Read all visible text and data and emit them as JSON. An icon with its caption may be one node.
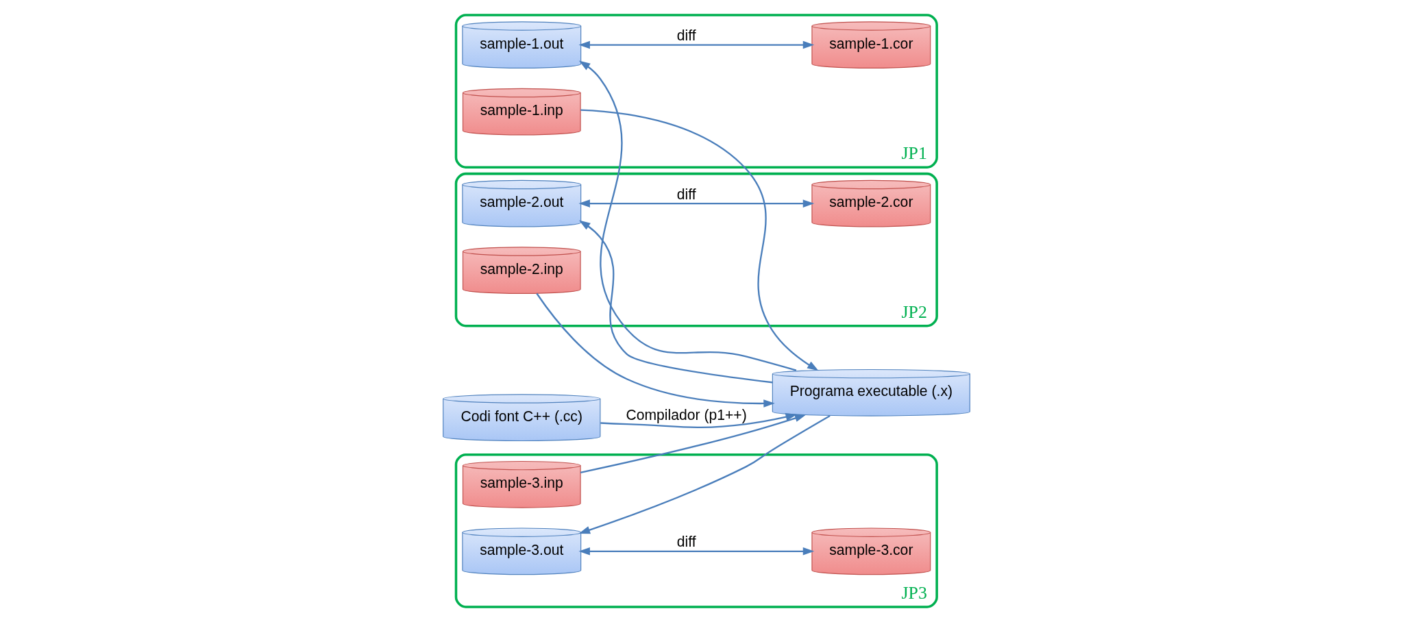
{
  "diagram": {
    "nodes": [
      {
        "text": [
          "Codi font C++ (.cc)"
        ]
      },
      {
        "text": [
          "JP1"
        ]
      },
      {
        "text": [
          "sample-1.inp"
        ],
        "in": 1
      },
      {
        "text": [
          "sample-1.out"
        ],
        "in": 1
      },
      {
        "text": [
          "sample-1.cor"
        ],
        "in": 1
      },
      {
        "text": [
          "Programa executable (.x)"
        ]
      },
      {
        "text": [
          "JP2"
        ]
      },
      {
        "text": [
          "sample-2.inp"
        ],
        "in": 6
      },
      {
        "text": [
          "sample-2.out"
        ],
        "in": 6
      },
      {
        "text": [
          "sample-2.cor"
        ],
        "in": 6
      },
      {
        "text": [
          "JP3"
        ]
      },
      {
        "text": [
          "sample-3.inp"
        ],
        "in": 10
      },
      {
        "text": [
          "sample-3.out"
        ],
        "in": 10
      },
      {
        "text": [
          "sample-3.cor"
        ],
        "in": 10
      }
    ],
    "edges": [
      {
        "from": 0,
        "to": 5,
        "arrow": "to",
        "label": "Compilador (p1++)"
      },
      {
        "from": 2,
        "to": 5,
        "arrow": "to"
      },
      {
        "from": 7,
        "to": 5,
        "arrow": "to"
      },
      {
        "from": 11,
        "to": 5,
        "arrow": "to"
      },
      {
        "from": 5,
        "to": 3,
        "arrow": "to"
      },
      {
        "from": 5,
        "to": 8,
        "arrow": "to"
      },
      {
        "from": 5,
        "to": 12,
        "arrow": "to"
      },
      {
        "from": 3,
        "to": 4,
        "arrow": "both",
        "label": "diff"
      },
      {
        "from": 8,
        "to": 9,
        "arrow": "both",
        "label": "diff"
      },
      {
        "from": 12,
        "to": 13,
        "arrow": "both",
        "label": "diff"
      }
    ]
  }
}
